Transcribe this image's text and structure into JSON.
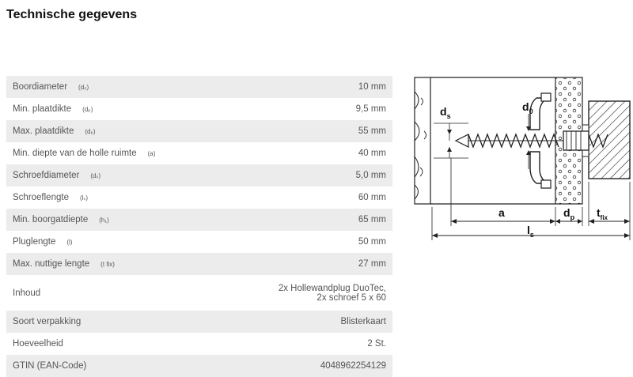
{
  "title": "Technische gegevens",
  "rows": [
    {
      "label": "Boordiameter",
      "symbol": "(d₀)",
      "value": [
        "10 mm"
      ]
    },
    {
      "label": "Min. plaatdikte",
      "symbol": "(dₚ)",
      "value": [
        "9,5 mm"
      ]
    },
    {
      "label": "Max. plaatdikte",
      "symbol": "(dₚ)",
      "value": [
        "55 mm"
      ]
    },
    {
      "label": "Min. diepte van de holle ruimte",
      "symbol": "(a)",
      "value": [
        "40 mm"
      ]
    },
    {
      "label": "Schroefdiameter",
      "symbol": "(dₛ)",
      "value": [
        "5,0 mm"
      ]
    },
    {
      "label": "Schroeflengte",
      "symbol": "(lₛ)",
      "value": [
        "60 mm"
      ]
    },
    {
      "label": "Min. boorgatdiepte",
      "symbol": "(h₁)",
      "value": [
        "65 mm"
      ]
    },
    {
      "label": "Pluglengte",
      "symbol": "(l)",
      "value": [
        "50 mm"
      ]
    },
    {
      "label": "Max. nuttige lengte",
      "symbol": "(t fix)",
      "value": [
        "27 mm"
      ]
    },
    {
      "label": "Inhoud",
      "symbol": "",
      "value": [
        "2x Hollewandplug DuoTec,",
        "2x schroef 5 x 60"
      ]
    },
    {
      "label": "Soort verpakking",
      "symbol": "",
      "value": [
        "Blisterkaart"
      ]
    },
    {
      "label": "Hoeveelheid",
      "symbol": "",
      "value": [
        "2 St."
      ]
    },
    {
      "label": "GTIN (EAN-Code)",
      "symbol": "",
      "value": [
        "4048962254129"
      ]
    }
  ],
  "diagram": {
    "ds": {
      "main": "d",
      "sub": "s"
    },
    "d0": {
      "main": "d",
      "sub": "0"
    },
    "a": "a",
    "dp": {
      "main": "d",
      "sub": "p"
    },
    "tfix": {
      "main": "t",
      "sub": "fix"
    },
    "ls": {
      "main": "l",
      "sub": "s"
    }
  }
}
